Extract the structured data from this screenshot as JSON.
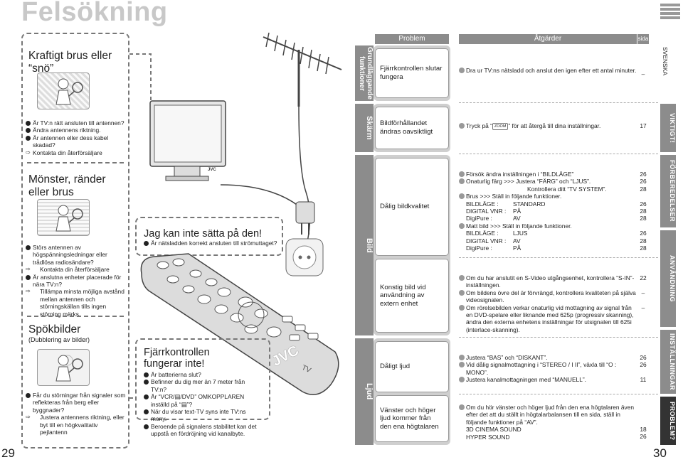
{
  "page_title": "Felsökning",
  "page_left": "29",
  "page_right": "30",
  "left": {
    "s1": {
      "title_l1": "Kraftigt brus eller",
      "title_l2": "“snö”",
      "items": [
        {
          "t": "b",
          "text": "Är TV:n rätt ansluten till antennen?"
        },
        {
          "t": "b",
          "text": "Ändra antennens riktning."
        },
        {
          "t": "b",
          "text": "Är antennen eller dess kabel skadad?"
        },
        {
          "t": "a",
          "text": "Kontakta din återförsäljare"
        }
      ]
    },
    "s2": {
      "title_l1": "Mönster, ränder",
      "title_l2": "eller brus",
      "items": [
        {
          "t": "b",
          "text": "Störs antennen av högspänningsledningar eller trådlösa radiosändare?"
        },
        {
          "t": "a",
          "text": "Kontakta din återförsäljare"
        },
        {
          "t": "b",
          "text": "Är anslutna enheter placerade för nära TV:n?"
        },
        {
          "t": "a",
          "text": "Tillämpa minsta möjliga avstånd mellan antennen och störningskällan tills ingen störning märks"
        }
      ]
    },
    "s3": {
      "title": "Spökbilder",
      "subtitle": "(Dubblering av bilder)",
      "items": [
        {
          "t": "b",
          "text": "Får du störningar från signaler som reflekteras från berg eller byggnader?"
        },
        {
          "t": "a",
          "text": "Justera antennens riktning, eller byt till en högkvalitativ pejlantenn"
        }
      ]
    }
  },
  "middle": {
    "tv_logo": "JVC",
    "remote_logo": "JVC",
    "remote_tv": "TV",
    "power": {
      "title": "Jag kan inte sätta på den!",
      "item": "Är nätsladden korrekt ansluten till strömuttaget?"
    },
    "remote": {
      "title_l1": "Fjärrkontrollen",
      "title_l2": "fungerar inte!",
      "items": [
        "Är batterierna slut?",
        "Befinner du dig mer än 7 meter från TV:n?",
        "Är “VCR/▤/DVD” OMKOPPLAREN inställd på “▤”?",
        "När du visar text-TV syns inte TV:ns meny.",
        "Beroende på signalens stabilitet kan det uppstå en fördröjning vid kanalbyte."
      ]
    }
  },
  "table": {
    "h_problem": "Problem",
    "h_action": "Åtgärder",
    "h_page": "sida",
    "cat_basic": "Grundläggande funktioner",
    "cat_screen": "Skärm",
    "cat_picture": "Bild",
    "cat_sound": "Ljud",
    "r1": {
      "problem": "Fjärrkontrollen slutar fungera",
      "lines": [
        "Dra ur TV:ns nätsladd och anslut den igen efter ett antal minuter."
      ],
      "page": "–"
    },
    "r2": {
      "problem": "Bildförhållandet ändras oavsiktligt",
      "pre": "Tryck på “",
      "key": "ZOOM",
      "post": "” för att återgå till dina inställningar.",
      "page": "17"
    },
    "r3": {
      "problem": "Dålig bildkvalitet",
      "b1": "Försök ändra inställningen i “BILDLÄGE”",
      "b2": "Onaturlig färg >>> Justera “FÄRG” och “LJUS”.",
      "b2b": "Kontrollera ditt “TV SYSTEM”.",
      "b3": "Brus >>> Ställ in följande funktioner.",
      "b3r": [
        [
          "BILDLÄGE :",
          "STANDARD"
        ],
        [
          "DIGITAL VNR :",
          "PÅ"
        ],
        [
          "DigiPure :",
          "AV"
        ]
      ],
      "b4": "Matt bild >>> Ställ in följande funktioner.",
      "b4r": [
        [
          "BILDLÄGE :",
          "LJUS"
        ],
        [
          "DIGITAL VNR :",
          "AV"
        ],
        [
          "DigiPure :",
          "PÅ"
        ]
      ],
      "pages": [
        "26",
        "26",
        "28",
        "",
        "26",
        "28",
        "28",
        "",
        "26",
        "28",
        "28"
      ]
    },
    "r4": {
      "problem": "Konstig bild vid användning av extern enhet",
      "b1": "Om du har anslutit en S-Video utgångsenhet, kontrollera “S-IN”-inställningen.",
      "b2": "Om bildens övre del är förvrängd, kontrollera kvaliteten på själva videosignalen.",
      "b3": "Om rörelsebilden verkar onaturlig vid mottagning av signal från en DVD-spelare eller liknande med 625p (progressiv skanning), ändra den externa enhetens inställningar för utsignalen till 625i (interlace-skanning).",
      "p1": "22",
      "p2": "–",
      "p3": "–"
    },
    "r5": {
      "problem": "Dåligt ljud",
      "b1": "Justera “BAS” och “DISKANT”.",
      "b2": "Vid dålig signalmottagning i “STEREO / I II”, växla till “O : MONO”.",
      "b3": "Justera kanalmottagningen med “MANUELL”.",
      "p1": "26",
      "p2": "26",
      "p3": "11"
    },
    "r6": {
      "problem": "Vänster och höger ljud kommer från den ena högtalaren",
      "b1": "Om du hör vänster och höger ljud från den ena högtalaren även efter det att du ställt in högtalarbalansen till en sida, ställ in följande funktioner på “AV”.",
      "l2": "3D CINEMA SOUND",
      "l3": "HYPER SOUND",
      "p2": "18",
      "p3": "26"
    }
  },
  "right_tabs": {
    "lang": "SVENSKA",
    "t1": "VIKTIGT!",
    "t2": "FÖRBEREDELSER",
    "t3": "ANVÄNDNING",
    "t4": "INSTÄLLNINGAR",
    "t5": "PROBLEM?"
  },
  "colors": {
    "tab_gray": "#8c8c8c",
    "accent_dark": "#222222",
    "box_gray": "#cfcfcf"
  }
}
